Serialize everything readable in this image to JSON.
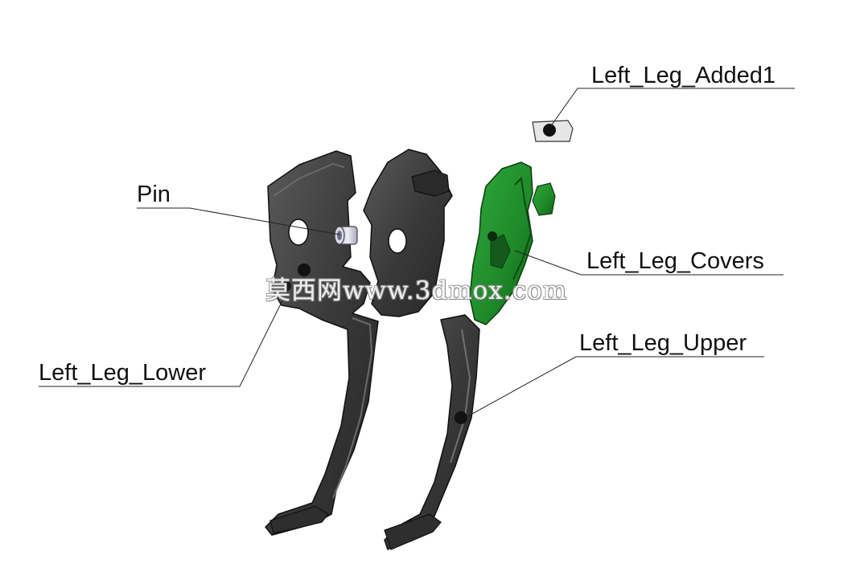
{
  "parts": [
    {
      "id": "left_leg_added1",
      "label": "Left_Leg_Added1"
    },
    {
      "id": "pin",
      "label": "Pin"
    },
    {
      "id": "left_leg_covers",
      "label": "Left_Leg_Covers"
    },
    {
      "id": "left_leg_upper",
      "label": "Left_Leg_Upper"
    },
    {
      "id": "left_leg_lower",
      "label": "Left_Leg_Lower"
    }
  ],
  "watermark": "莫西网www.3dmox.com",
  "colors": {
    "part_dark": "#3a3a3a",
    "part_edge": "#111111",
    "cover_green": "#1f8a2a",
    "cover_dark": "#0f5e17",
    "pin_light": "#d8d8e8",
    "leader": "#222222"
  }
}
